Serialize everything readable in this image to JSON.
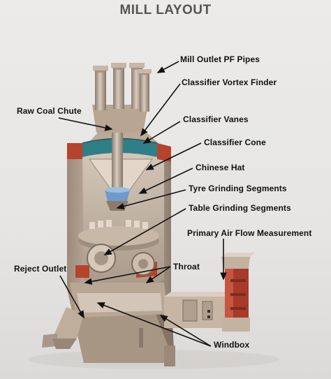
{
  "title": "MILL LAYOUT",
  "labels": {
    "mill_outlet": "Mill Outlet PF Pipes",
    "vortex_finder": "Classifier Vortex Finder",
    "raw_coal_chute": "Raw Coal Chute",
    "classifier_vanes": "Classifier Vanes",
    "classifier_cone": "Classifier Cone",
    "chinese_hat": "Chinese Hat",
    "tyre_segments": "Tyre Grinding Segments",
    "table_segments": "Table Grinding Segments",
    "primary_air": "Primary Air Flow Measurement",
    "throat": "Throat",
    "reject_outlet": "Reject Outlet",
    "windbox": "Windbox"
  },
  "colors": {
    "body_tan": "#c9b8a6",
    "body_shadow": "#8f7f70",
    "cutaway_red": "#b5432e",
    "vane_teal": "#2f7f86",
    "hat_blue": "#6f9ac9"
  }
}
